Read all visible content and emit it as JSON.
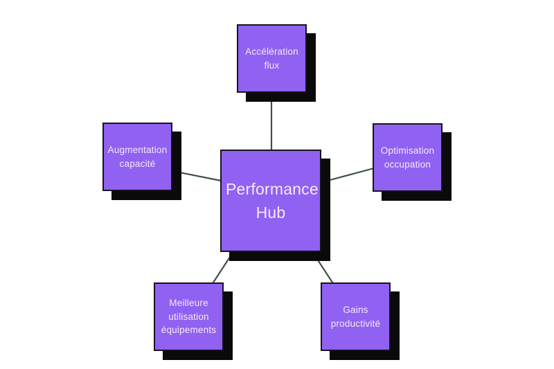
{
  "diagram": {
    "center": {
      "label": "Performance Hub"
    },
    "nodes": [
      {
        "id": "acceleration-flux",
        "position": "top",
        "label": "Accélération flux"
      },
      {
        "id": "augmentation-capacite",
        "position": "left",
        "label": "Augmentation capacité"
      },
      {
        "id": "optimisation-occupation",
        "position": "right",
        "label": "Optimisation occupation"
      },
      {
        "id": "meilleure-utilisation-equipements",
        "position": "bottom-left",
        "label": "Meilleure utilisation équipements"
      },
      {
        "id": "gains-productivite",
        "position": "bottom-right",
        "label": "Gains productivité"
      }
    ],
    "colors": {
      "node_fill": "#9161f2",
      "node_border": "#14141f",
      "node_shadow": "#0a0a0a",
      "connector": "#3e4f4b",
      "node_text": "#f6eaf8",
      "background": "#ffffff"
    }
  }
}
